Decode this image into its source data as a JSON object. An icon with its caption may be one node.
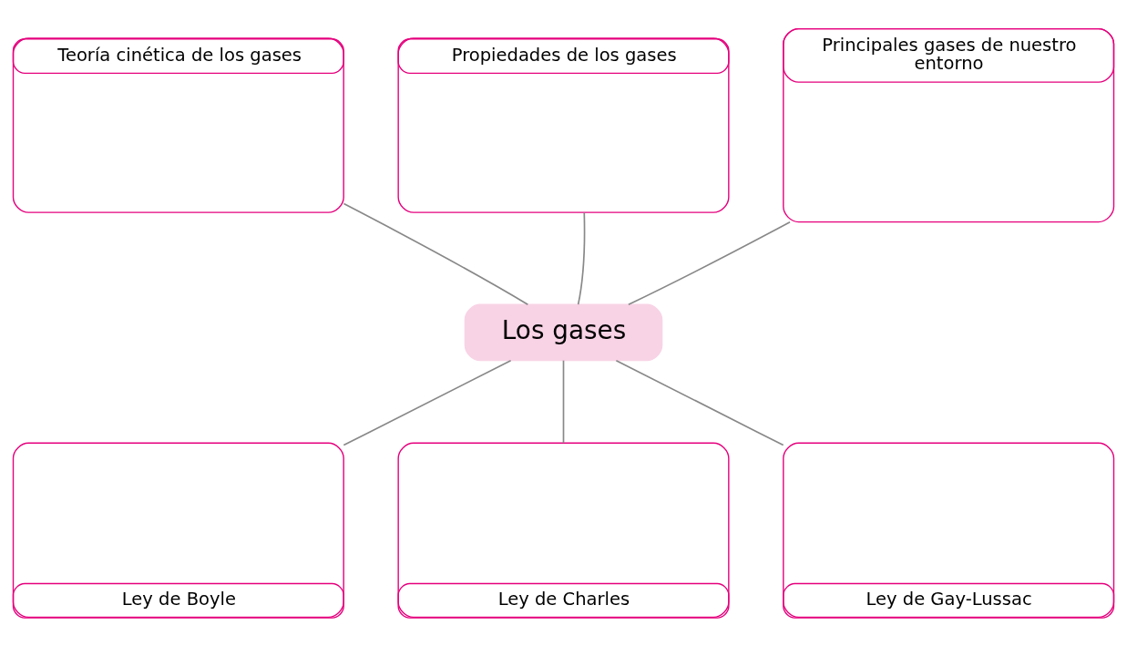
{
  "diagram": {
    "nodes": [
      {
        "text": [
          "Teoría cinética de los gases"
        ]
      },
      {
        "text": [
          "Propiedades de los gases"
        ]
      },
      {
        "text": [
          "Principales gases de nuestro entorno"
        ]
      },
      {
        "text": [
          "Los gases"
        ]
      },
      {
        "text": [
          "Ley de Boyle"
        ]
      },
      {
        "text": [
          "Ley de Charles"
        ]
      },
      {
        "text": [
          "Ley de Gay-Lussac"
        ]
      }
    ],
    "edges": [
      {
        "from": 3,
        "to": 0,
        "arrow": "none"
      },
      {
        "from": 3,
        "to": 1,
        "arrow": "none"
      },
      {
        "from": 3,
        "to": 2,
        "arrow": "none"
      },
      {
        "from": 3,
        "to": 4,
        "arrow": "none"
      },
      {
        "from": 3,
        "to": 5,
        "arrow": "none"
      },
      {
        "from": 3,
        "to": 6,
        "arrow": "none"
      }
    ]
  }
}
